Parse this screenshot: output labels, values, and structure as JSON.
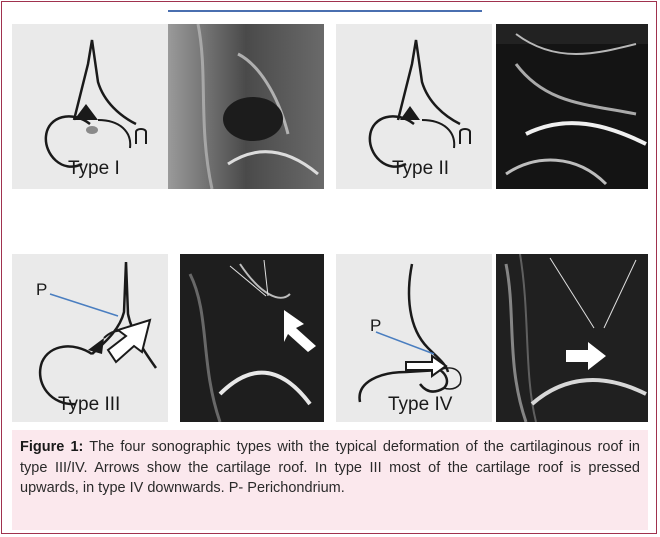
{
  "figure": {
    "label": "Figure 1:",
    "caption": "The four sonographic types with the typical deformation of the cartilaginous roof in type III/IV. Arrows show the cartilage roof. In type III most of the cartilage roof is pressed upwards, in type IV downwards. P- Perichondrium."
  },
  "panels": [
    {
      "type_label": "Type I"
    },
    {
      "type_label": "Type II"
    },
    {
      "type_label": "Type III",
      "marker": "P"
    },
    {
      "type_label": "Type IV",
      "marker": "P"
    }
  ]
}
